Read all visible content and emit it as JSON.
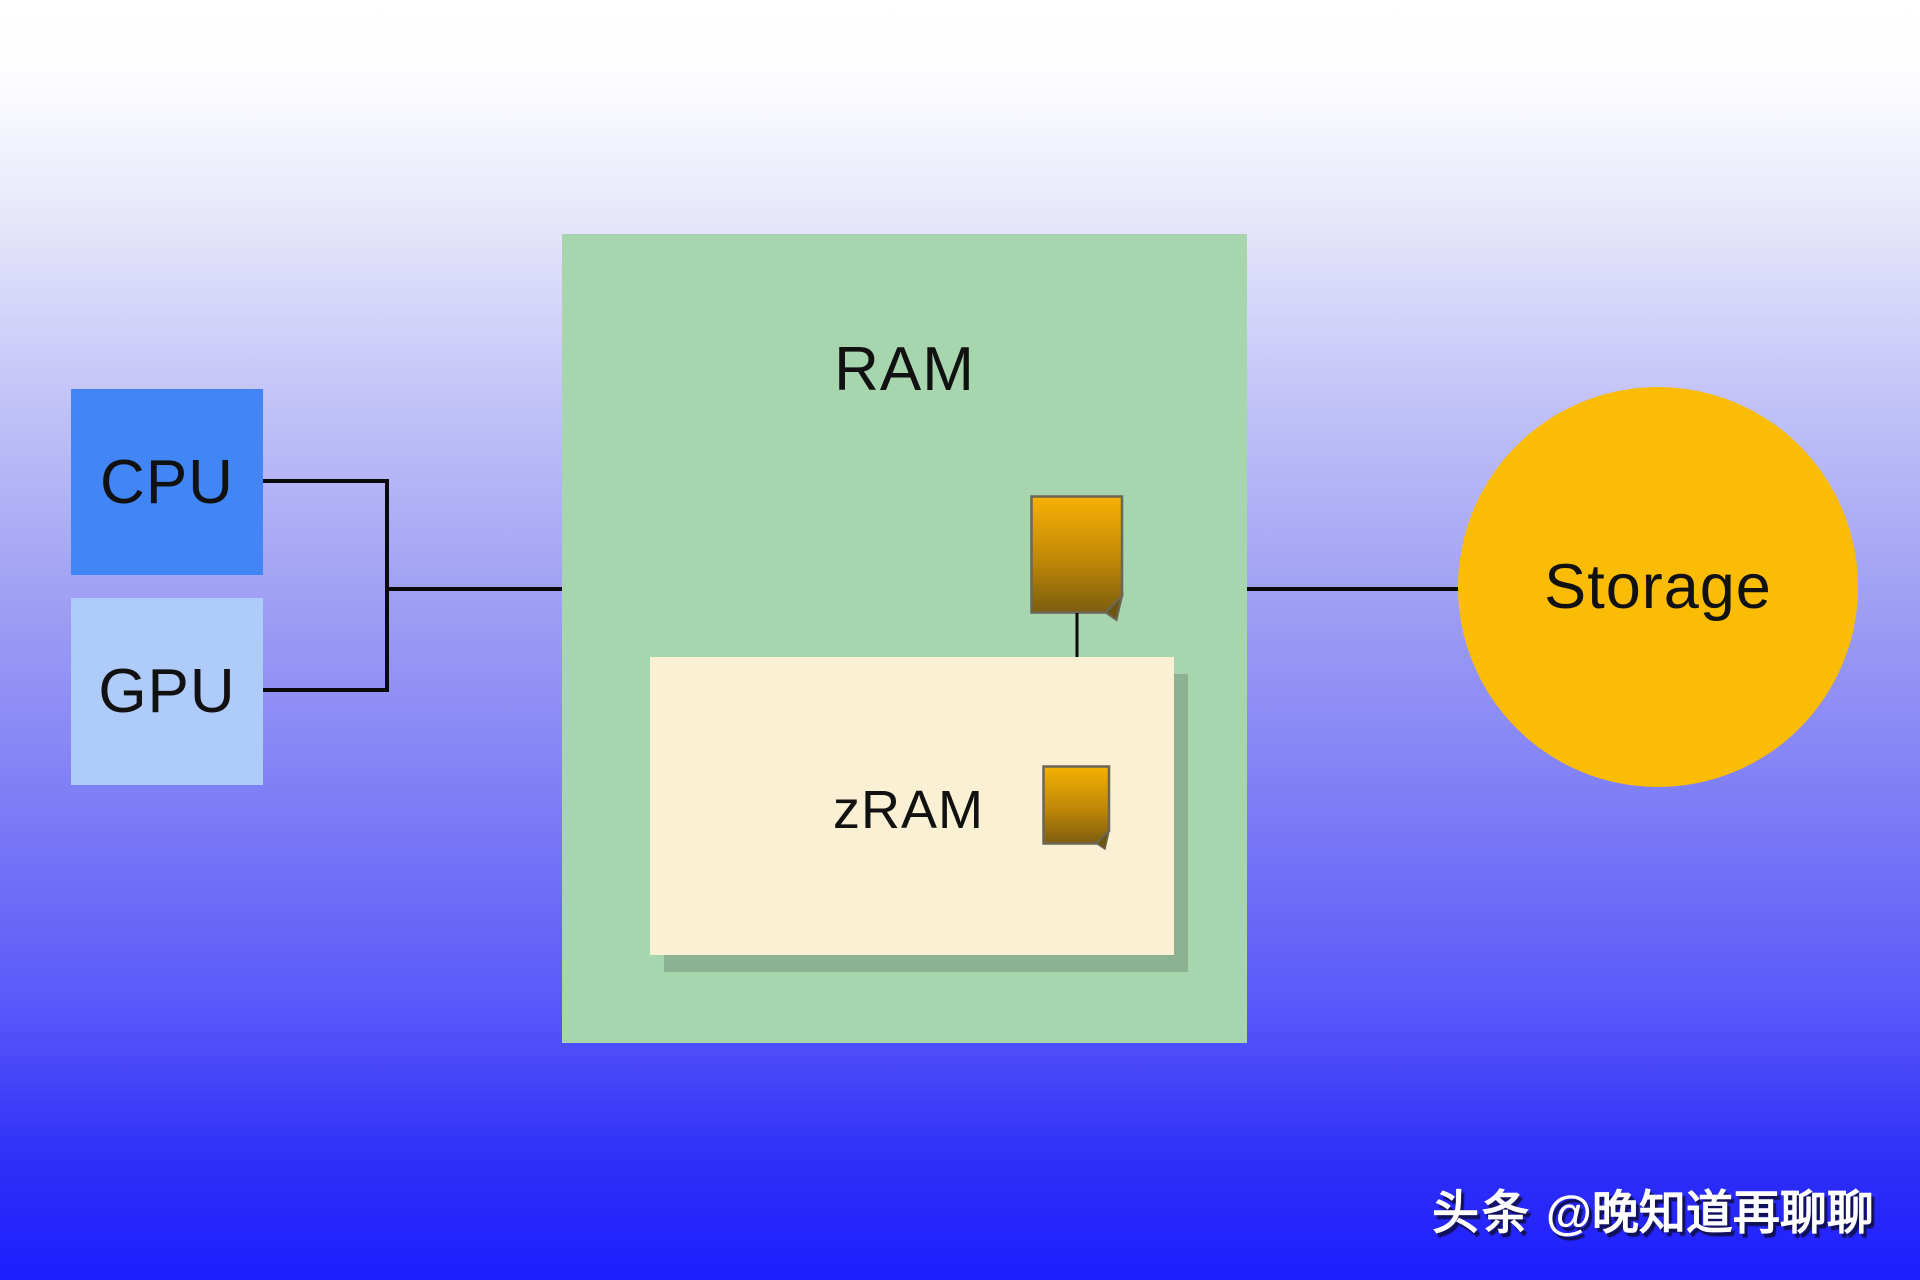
{
  "page": {
    "type": "architecture-diagram",
    "topic": "zRAM memory swap"
  },
  "nodes": {
    "cpu": {
      "label": "CPU",
      "color": "#4285F4"
    },
    "gpu": {
      "label": "GPU",
      "color": "#AECBFA"
    },
    "ram": {
      "label": "RAM",
      "color": "#A6D5AE"
    },
    "zram": {
      "label": "zRAM",
      "color": "#FAF0D3"
    },
    "storage": {
      "label": "Storage",
      "color": "#FBBC05"
    }
  },
  "edges": [
    {
      "from": "CPU",
      "to": "RAM",
      "style": "plain"
    },
    {
      "from": "GPU",
      "to": "RAM",
      "style": "plain"
    },
    {
      "from": "RAM",
      "to": "Storage",
      "style": "plain"
    },
    {
      "from": "RAM page",
      "to": "zRAM compressed page",
      "style": "arrow-down"
    }
  ],
  "icons": {
    "page_large": "gold document page with folded corner",
    "page_small": "smaller gold document page with folded corner",
    "gold_top": "#F7B103",
    "gold_bottom": "#7C5E0E"
  },
  "watermark": {
    "brand": "头条",
    "handle": "@晚知道再聊聊",
    "text_color": "#FFFFFF"
  },
  "background": {
    "gradient_top": "#FFFFFF",
    "gradient_bottom": "#1E1EFE"
  },
  "line_color": "#0A0A0A"
}
